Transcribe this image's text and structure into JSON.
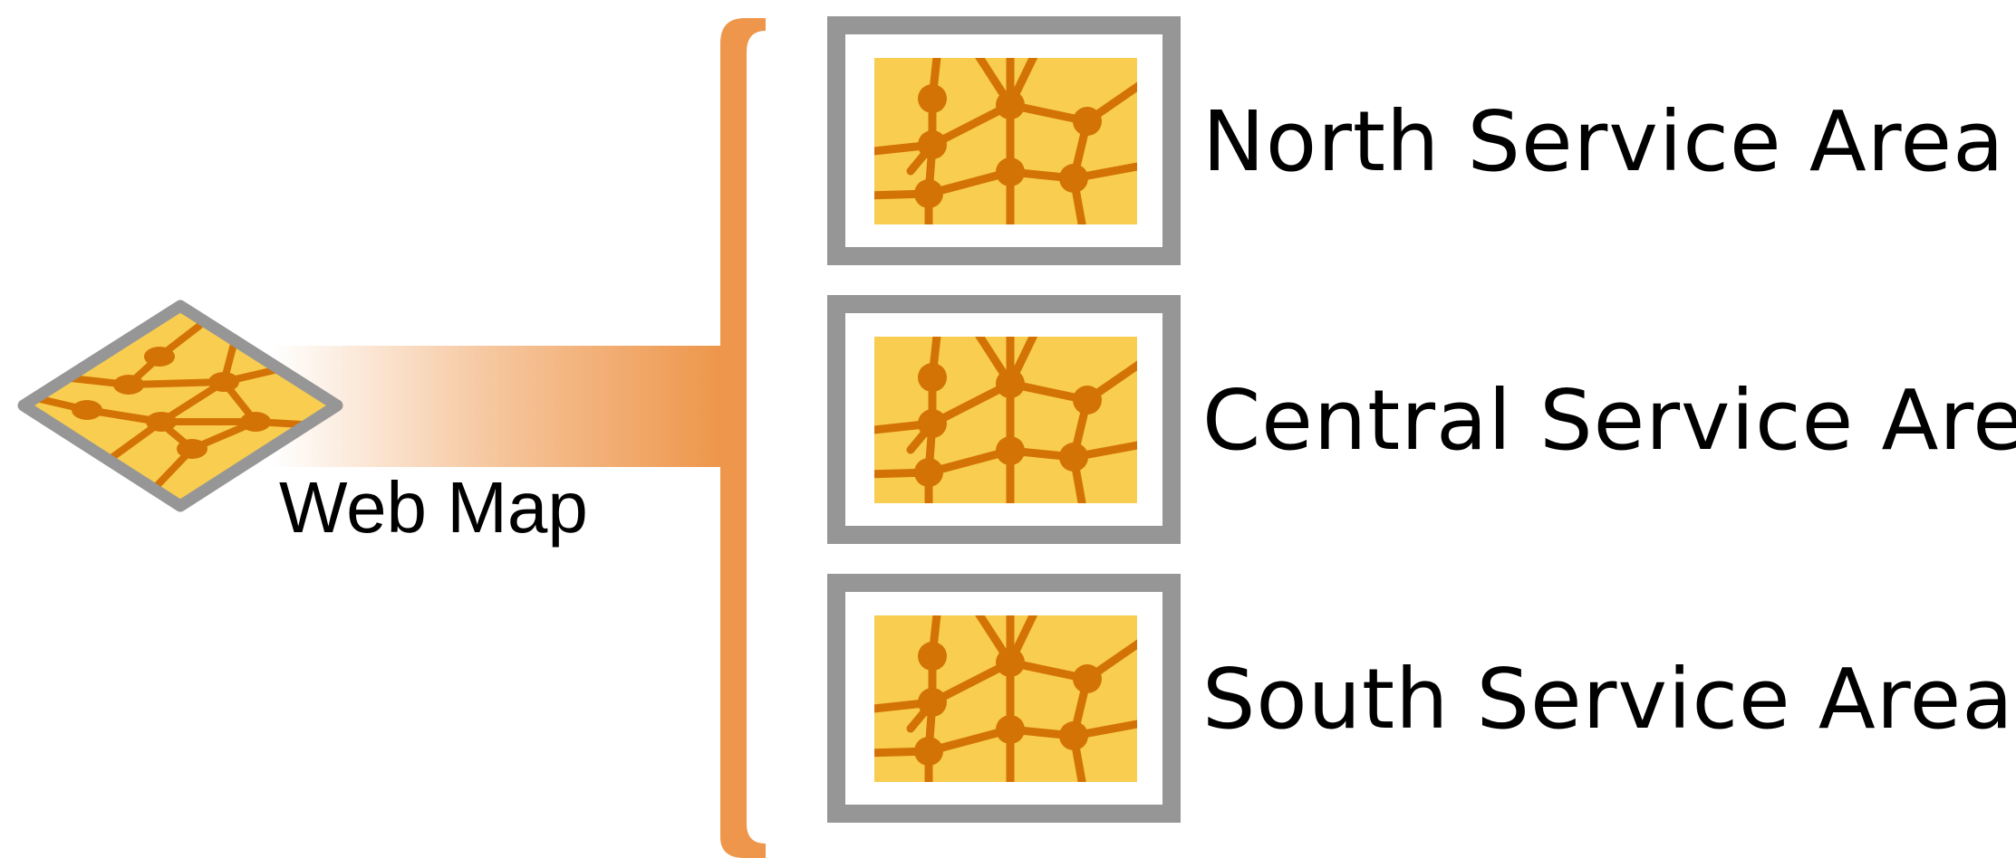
{
  "web_map": {
    "label": "Web Map",
    "icon": "web-map-diamond-icon"
  },
  "service_areas": [
    {
      "label": "North Service Area",
      "icon": "map-tile-icon"
    },
    {
      "label": "Central Service Area",
      "icon": "map-tile-icon"
    },
    {
      "label": "South Service Area",
      "icon": "map-tile-icon"
    }
  ],
  "colors": {
    "connector": "#EE964B",
    "map_fill": "#F8CD50",
    "road": "#D37305",
    "frame": "#969696"
  }
}
